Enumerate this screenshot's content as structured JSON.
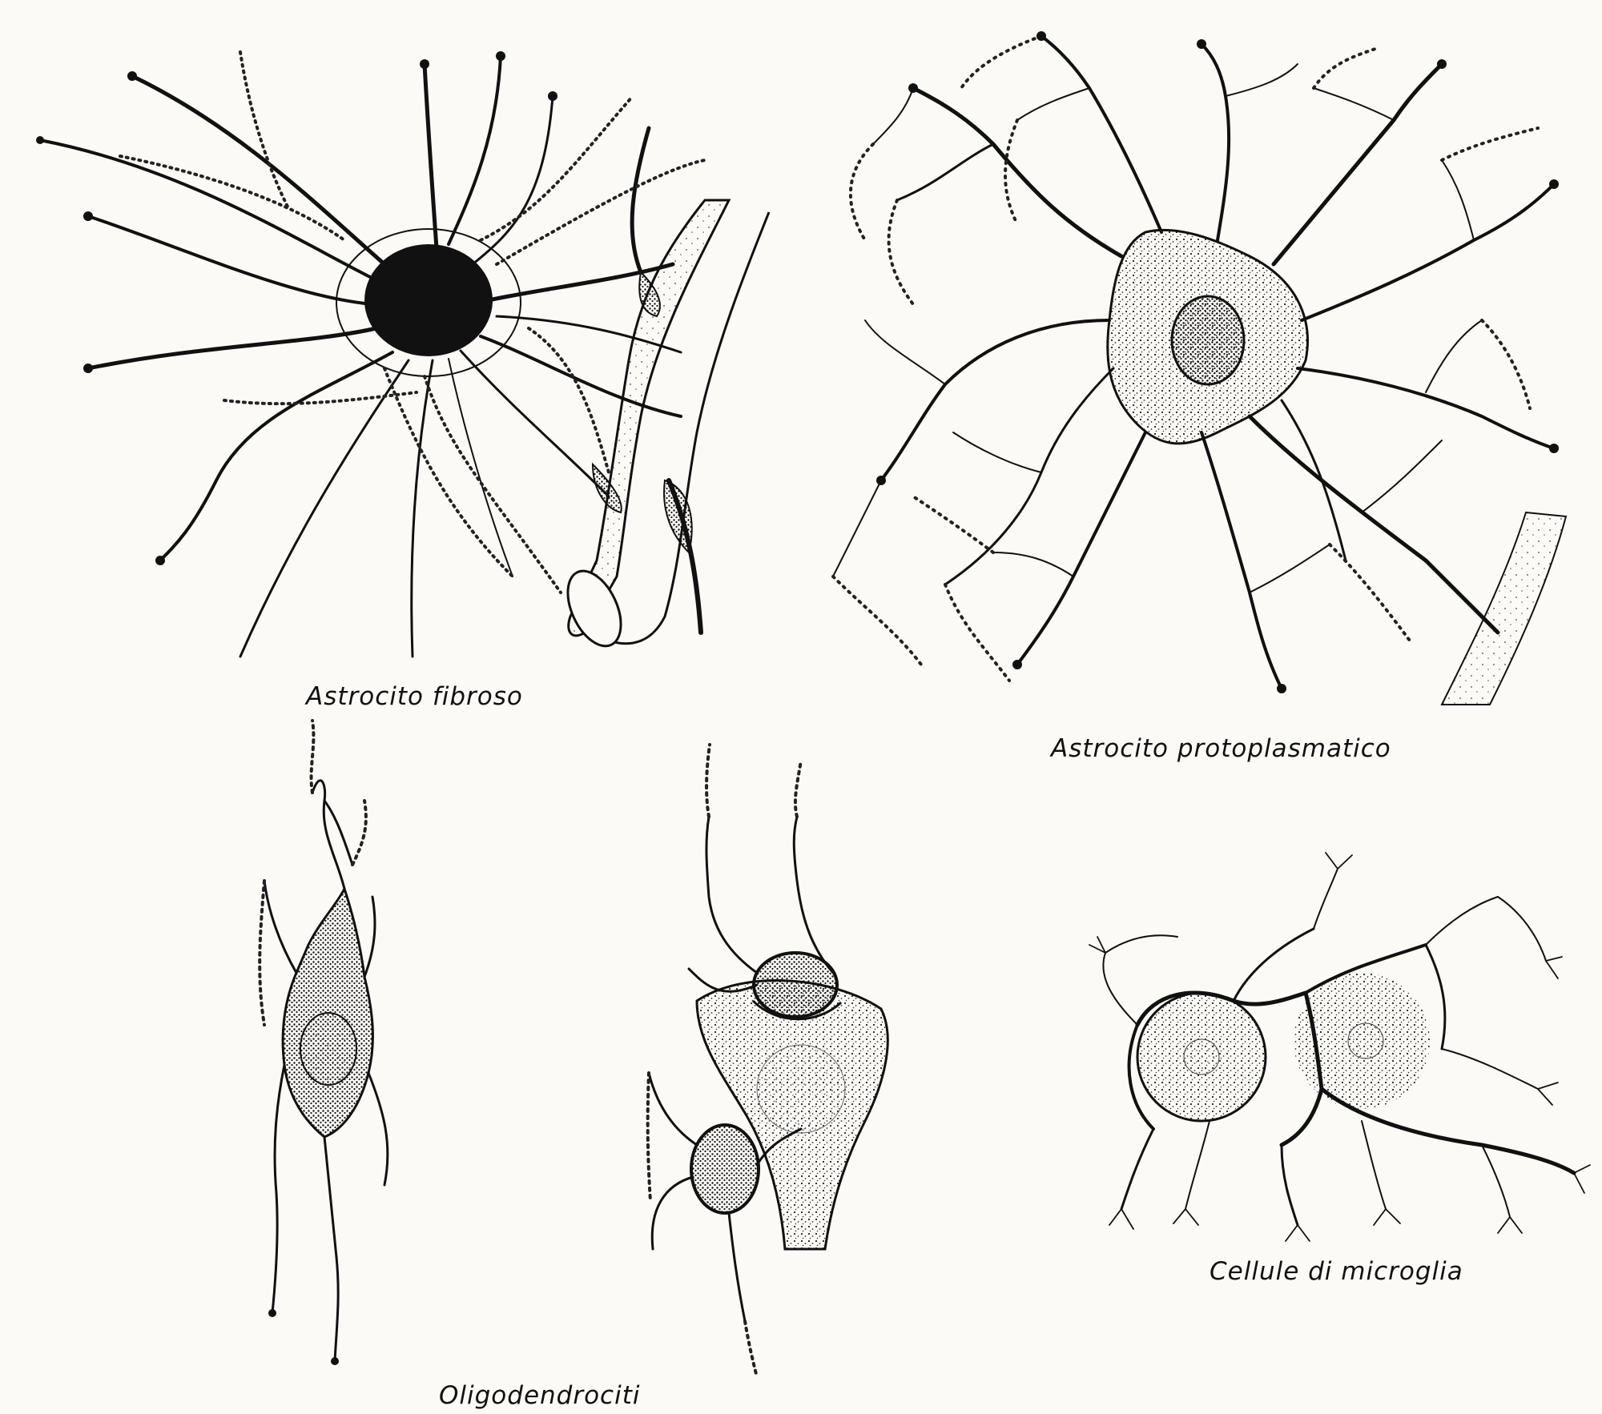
{
  "captions": {
    "fibrous_astrocyte": "Astrocito fibroso",
    "protoplasmic_astrocyte": "Astrocito protoplasmatico",
    "oligodendrocytes": "Oligodendrociti",
    "microglia": "Cellule di microglia"
  },
  "colors": {
    "ink": "#111111",
    "paper": "#fbfaf7",
    "stipple": "#2a2a2a"
  }
}
